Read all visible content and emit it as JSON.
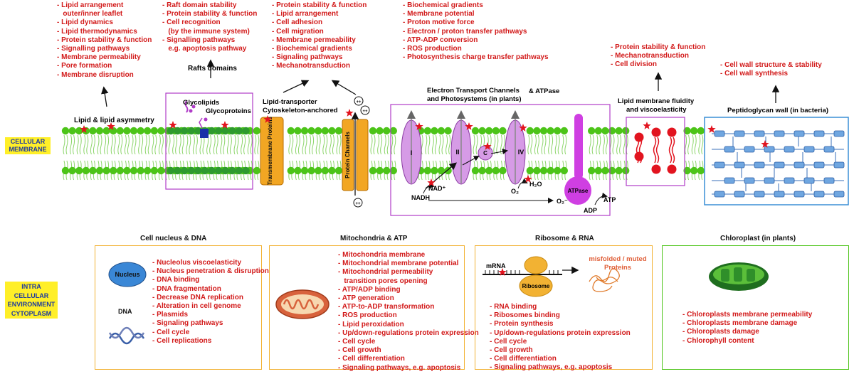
{
  "labels": {
    "membrane": [
      "CELLULAR",
      "MEMBRANE"
    ],
    "cytoplasm": [
      "INTRA",
      "CELLULAR",
      "ENVIRONMENT",
      "CYTOPLASM"
    ]
  },
  "top": {
    "lipid": {
      "title": "Lipid & lipid asymmetry",
      "effects": [
        "- Lipid arrangement",
        "  outer/inner leaflet",
        "- Lipid dynamics",
        "- Lipid thermodynamics",
        "- Protein stability & function",
        "- Signalling pathways",
        "- Membrane permeability",
        "- Pore formation",
        "- Membrane disruption"
      ]
    },
    "rafts": {
      "title": "Rafts domains",
      "glycolipids": "Glycolipids",
      "glycoproteins": "Glycoproteins",
      "effects": [
        "- Raft domain stability",
        "- Protein stability & function",
        "- Cell recognition",
        "  (by the immune system)",
        "- Signalling pathways",
        "  e.g. apoptosis pathway"
      ]
    },
    "transporter": {
      "title_line1": "Lipid-transporter",
      "title_line2": "Cytoskeleton-anchored",
      "tm_label": "Transmembrane Proteins",
      "channel_label": "Protein Channels",
      "ion": "++",
      "effects": [
        "- Protein stability & function",
        "- Lipid arrangement",
        "- Cell adhesion",
        "- Cell migration",
        "- Membrane permeability",
        "- Biochemical gradients",
        "- Signaling pathways",
        "- Mechanotransduction"
      ]
    },
    "etc": {
      "title_line1": "Electron Transport Channels",
      "title_line2": "and Photosystems (in plants)",
      "atpase_title": "& ATPase",
      "complexes": [
        "I",
        "II",
        "C",
        "IV"
      ],
      "nadh": "NADH",
      "nad": "NAD⁺",
      "o2": "O₂",
      "h2o": "H₂O",
      "o2minus": "O₂⁻",
      "atpase": "ATPase",
      "adp": "ADP",
      "atp": "ATP",
      "effects": [
        "- Biochemical gradients",
        "- Membrane potential",
        "- Proton motive force",
        "- Electron / proton transfer pathways",
        "- ATP-ADP conversion",
        "- ROS production",
        "- Photosynthesis charge transfer pathways"
      ]
    },
    "fluidity": {
      "title_line1": "Lipid membrane fluidity",
      "title_line2": "and viscoelasticity",
      "effects": [
        "- Protein stability & function",
        "- Mechanotransduction",
        "- Cell division"
      ]
    },
    "peptidoglycan": {
      "title": "Peptidoglycan wall (in bacteria)",
      "effects": [
        "- Cell wall structure & stability",
        "- Cell wall synthesis"
      ]
    }
  },
  "bottom": {
    "nucleus": {
      "title": "Cell nucleus & DNA",
      "nucleus_label": "Nucleus",
      "dna_label": "DNA",
      "effects": [
        "- Nucleolus viscoelasticity",
        "- Nucleus penetration & disruption",
        "- DNA binding",
        "- DNA fragmentation",
        "- Decrease DNA replication",
        "- Alteration in cell genome",
        "- Plasmids",
        "- Signaling pathways",
        "- Cell cycle",
        "- Cell replications"
      ]
    },
    "mito": {
      "title": "Mitochondria & ATP",
      "effects": [
        "- Mitochondria membrane",
        "- Mitochondrial membrane potential",
        "- Mitochondrial permeability",
        "  transition pores opening",
        "- ATP/ADP binding",
        "- ATP generation",
        "- ATP-to-ADP transformation",
        "- ROS production",
        "- Lipid peroxidation",
        "- Up/down-regulations protein expression",
        "- Cell cycle",
        "- Cell growth",
        "- Cell differentiation",
        "- Signaling pathways, e.g. apoptosis"
      ]
    },
    "ribosome": {
      "title": "Ribosome & RNA",
      "mrna": "mRNA",
      "ribosome_label": "Ribosome",
      "misfolded_line1": "misfolded / muted",
      "misfolded_line2": "Proteins",
      "effects": [
        "- RNA binding",
        "- Ribosomes binding",
        "- Protein synthesis",
        "- Up/down-regulations protein expression",
        "- Cell cycle",
        "- Cell growth",
        "- Cell differentiation",
        "- Signaling pathways, e.g. apoptosis"
      ]
    },
    "chloroplast": {
      "title": "Chloroplast (in plants)",
      "effects": [
        "- Chloroplasts membrane permeability",
        "- Chloroplasts membrane damage",
        "- Chloroplasts damage",
        "- Chlorophyll content"
      ]
    }
  },
  "colors": {
    "effect_text": "#d21a1a",
    "lipid_head": "#4cc418",
    "raft_box": "#b03cc8",
    "etc_box": "#b03cc8",
    "fluidity_box": "#b03cc8",
    "peptidoglycan_box": "#3a8fd6",
    "bottom_box": "#f2b233",
    "chloroplast_box": "#4cc418",
    "label_bg": "#ffef28"
  }
}
